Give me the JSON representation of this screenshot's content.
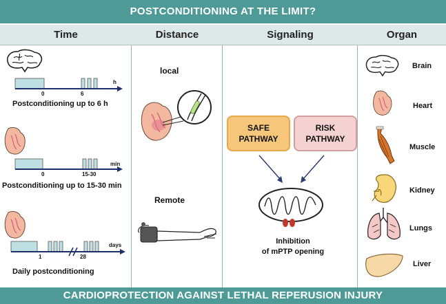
{
  "title": "POSTCONDITIONING  AT THE LIMIT?",
  "footer": "CARDIOPROTECTION AGAINST LETHAL REPERUSION INJURY",
  "columns": [
    "Time",
    "Distance",
    "Signaling",
    "Organ"
  ],
  "time": {
    "rows": [
      {
        "unit": "h",
        "ticks": [
          "0",
          "6"
        ],
        "caption": "Postconditioning up to 6 h"
      },
      {
        "unit": "min",
        "ticks": [
          "0",
          "15-30"
        ],
        "caption": "Postconditioning up to 15-30 min"
      },
      {
        "unit": "days",
        "ticks": [
          "1",
          "28"
        ],
        "caption": "Daily postconditioning"
      }
    ]
  },
  "distance": {
    "local": "local",
    "remote": "Remote"
  },
  "signaling": {
    "safe": "SAFE\nPATHWAY",
    "risk": "RISK\nPATHWAY",
    "inhibition": "Inhibition\nof mPTP opening"
  },
  "organs": [
    "Brain",
    "Heart",
    "Muscle",
    "Kidney",
    "Lungs",
    "Liver"
  ],
  "colors": {
    "banner": "#4d9a96",
    "header": "#dde9e6",
    "ischemia_block": "#bfe0e3",
    "safe_fill": "#f6c77a",
    "risk_fill": "#f5d2d2",
    "heart": "#f2b9a0"
  }
}
